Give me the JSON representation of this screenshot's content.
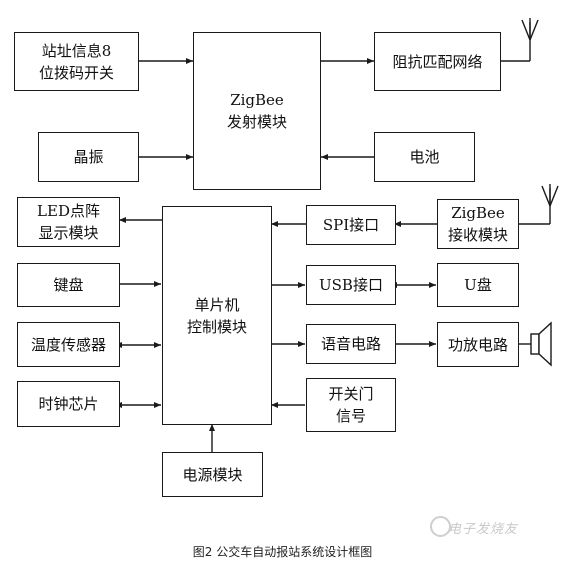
{
  "blocks": {
    "station_switch": "站址信息8\n位拨码开关",
    "zigbee_tx": "ZigBee\n发射模块",
    "impedance": "阻抗匹配网络",
    "crystal": "晶振",
    "battery": "电池",
    "led": "LED点阵\n显示模块",
    "keyboard": "键盘",
    "temp_sensor": "温度传感器",
    "clock_chip": "时钟芯片",
    "mcu": "单片机\n控制模块",
    "spi": "SPI接口",
    "usb": "USB接口",
    "voice": "语音电路",
    "door_signal": "开关门\n信号",
    "zigbee_rx": "ZigBee\n接收模块",
    "udisk": "U盘",
    "amplifier": "功放电路",
    "power": "电源模块"
  },
  "caption": "图2  公交车自动报站系统设计框图",
  "watermark": "电子发烧友",
  "colors": {
    "line": "#1a1a1a",
    "background": "#ffffff"
  }
}
